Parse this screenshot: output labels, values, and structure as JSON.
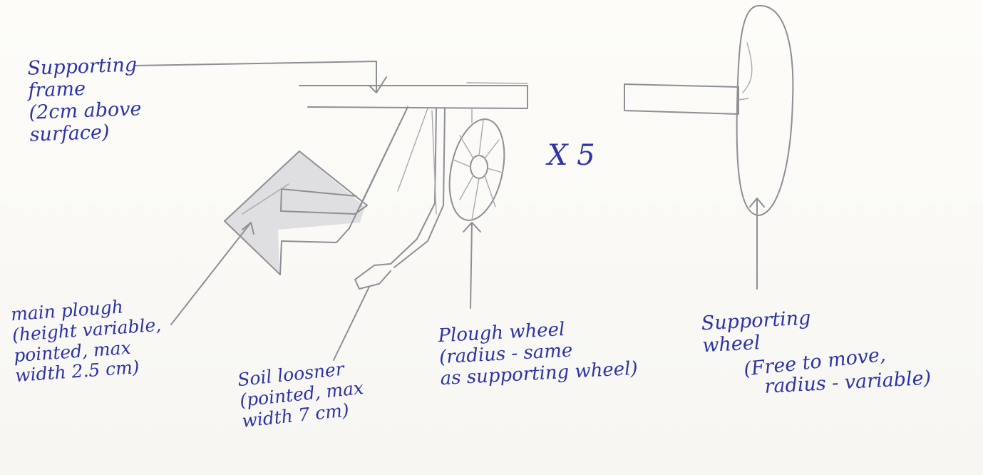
{
  "labels": {
    "supporting_frame": [
      "Supporting",
      "frame",
      "(2cm above",
      "surface)"
    ],
    "main_plough": [
      "main plough",
      "(height variable,",
      "pointed, max",
      "width 2.5 cm)"
    ],
    "soil_loosner": [
      "Soil loosner",
      "(pointed, max",
      "width 7 cm)"
    ],
    "plough_wheel": [
      "Plough wheel",
      "(radius - same",
      "as supporting wheel)"
    ],
    "supporting_wheel": [
      "Supporting",
      "wheel",
      "(Free to move,",
      "radius - variable)"
    ]
  },
  "multiplier": "X 5",
  "colors": {
    "ink": "#2b34a8",
    "pencil": "#8e8e95",
    "paper": "#fbfaf7"
  }
}
